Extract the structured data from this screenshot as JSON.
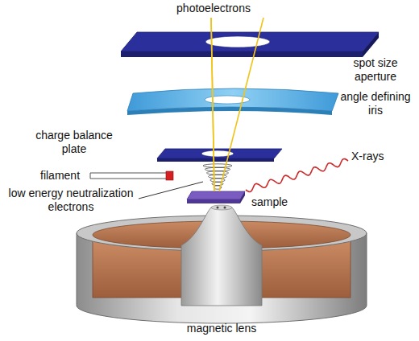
{
  "diagram": {
    "labels": [
      "photoelectrons",
      "spot size aperture",
      "angle defining iris",
      "charge balance plate",
      "filament",
      "low energy neutralization electrons",
      "X-rays",
      "sample",
      "magnetic lens"
    ]
  }
}
